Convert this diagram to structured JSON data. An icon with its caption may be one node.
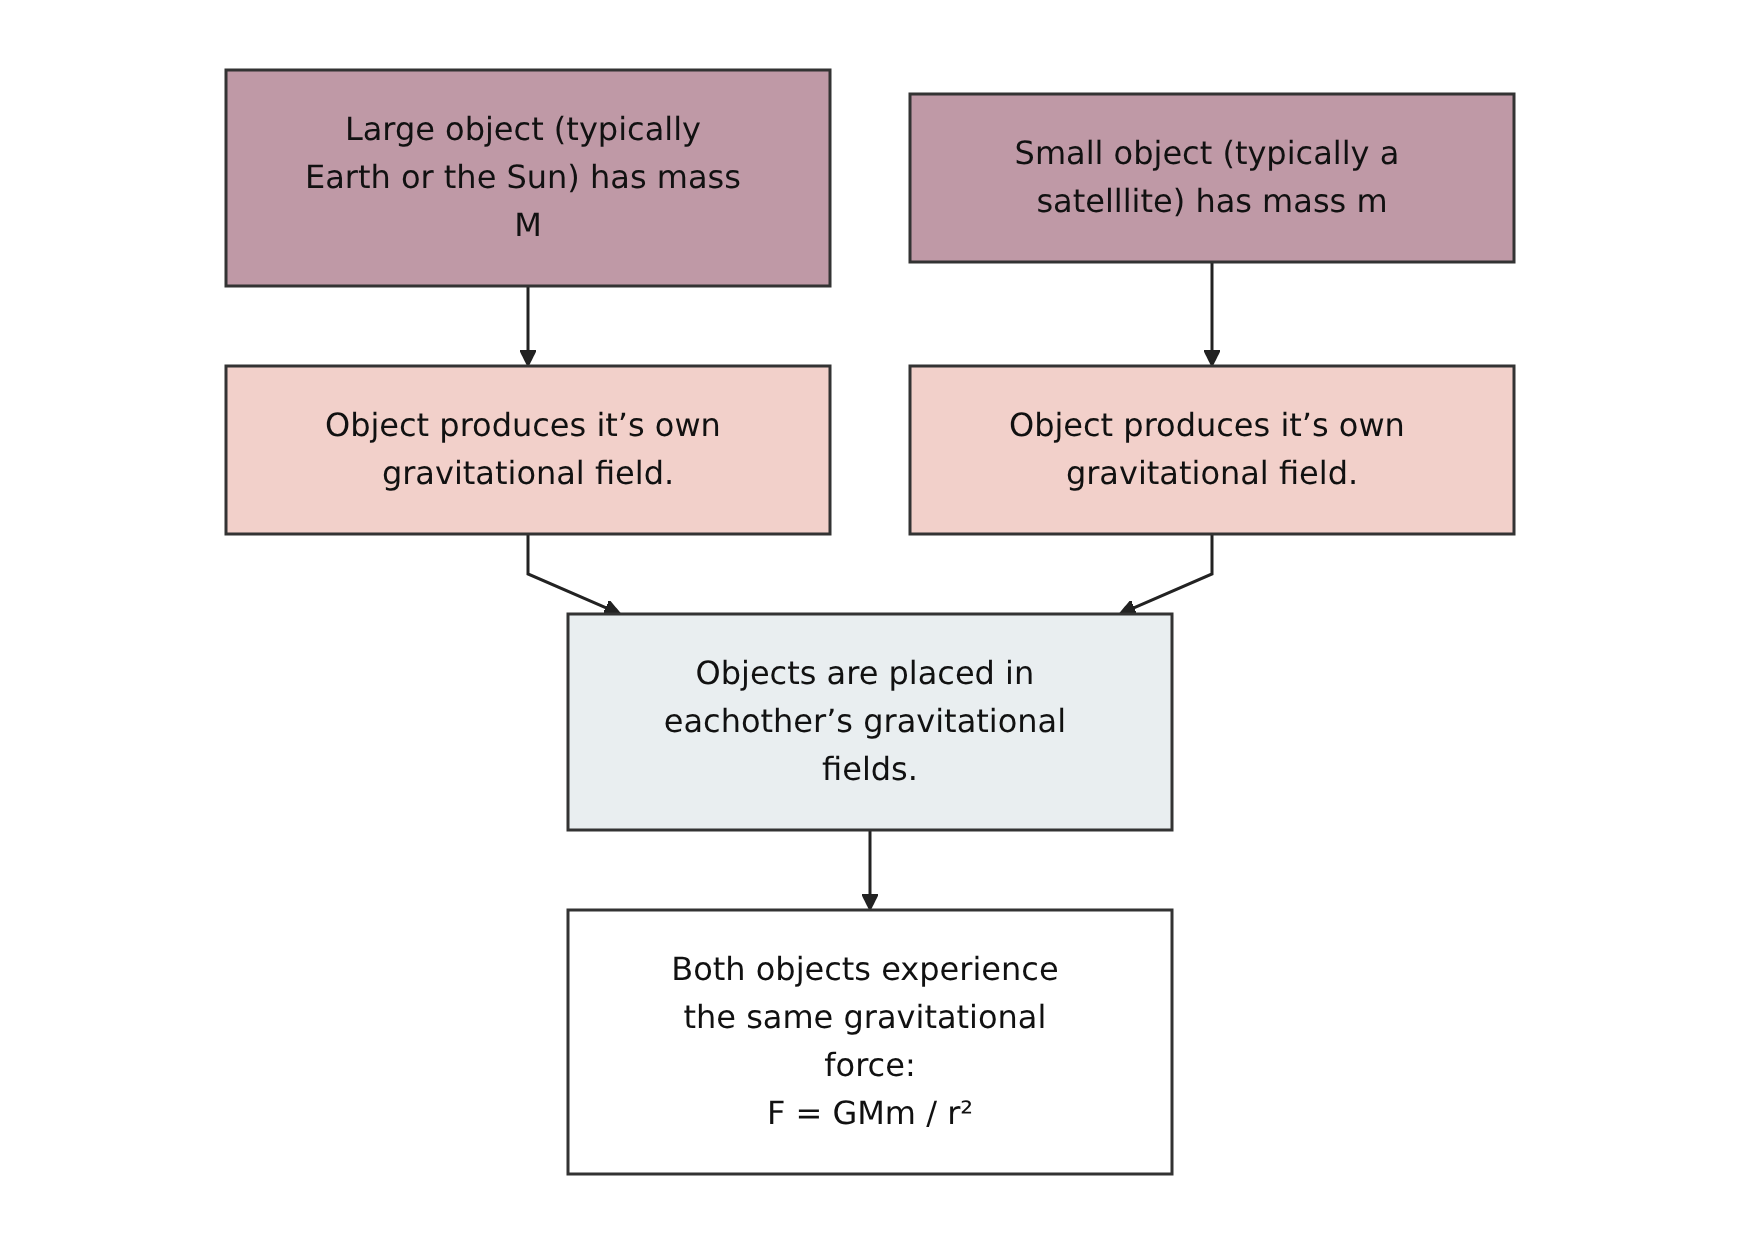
{
  "diagram": {
    "nodes": [
      {
        "text": [
          "Large object (typically Earth or the Sun) has mass M"
        ]
      },
      {
        "text": [
          "Small object (typically a satelllite) has mass m"
        ]
      },
      {
        "text": [
          "Object produces it’s own gravitational field."
        ]
      },
      {
        "text": [
          "Object produces it’s own gravitational field."
        ]
      },
      {
        "text": [
          "Objects are placed in eachother’s gravitational fields."
        ]
      },
      {
        "text": [
          "Both objects experience the same gravitational force:",
          "F = GMm / r²"
        ]
      }
    ],
    "edges": [
      {
        "from": 0,
        "to": 2,
        "arrow": "to"
      },
      {
        "from": 1,
        "to": 3,
        "arrow": "to"
      },
      {
        "from": 2,
        "to": 4,
        "arrow": "to"
      },
      {
        "from": 3,
        "to": 4,
        "arrow": "to"
      },
      {
        "from": 4,
        "to": 5,
        "arrow": "to"
      }
    ]
  }
}
